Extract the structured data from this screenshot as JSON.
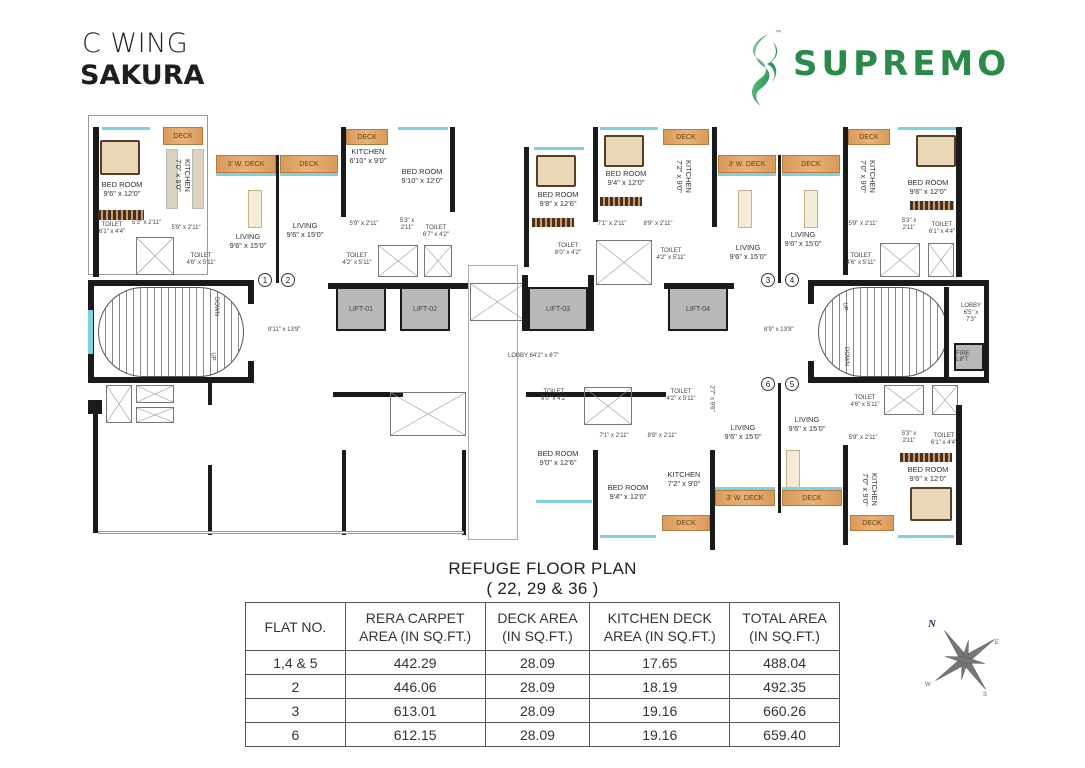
{
  "header": {
    "wing": "C WING",
    "project": "SAKURA",
    "brand": "SUPREMO",
    "brand_color": "#2a8a4a",
    "trademark": "™"
  },
  "plan": {
    "title": "REFUGE FLOOR PLAN",
    "subtitle": "( 22, 29 & 36 )",
    "rooms": {
      "f1_bedroom": {
        "name": "BED ROOM",
        "size": "9'6\" x 12'0\""
      },
      "f1_kitchen": {
        "name": "KITCHEN",
        "size": "7'0\" x 9'0\""
      },
      "f1_toilet_a": {
        "name": "TOILET",
        "size": "6'1\" x 4'4\""
      },
      "f1_toilet_b": {
        "name": "TOILET",
        "size": "4'6\" x 5'11\""
      },
      "f1_living": {
        "name": "LIVING",
        "size": "9'6\" x 15'0\""
      },
      "f1_passage_a": "5'3\" x 2'11\"",
      "f1_passage_b": "5'9\" x 2'11\"",
      "f2_living": {
        "name": "LIVING",
        "size": "9'6\" x 15'0\""
      },
      "f2_kitchen": {
        "name": "KITCHEN",
        "size": "6'10\" x 9'0\""
      },
      "f2_bedroom": {
        "name": "BED ROOM",
        "size": "9'10\" x 12'0\""
      },
      "f2_toilet_a": {
        "name": "TOILET",
        "size": "4'2\" x 5'11\""
      },
      "f2_toilet_b": {
        "name": "TOILET",
        "size": "6'7\" x 4'2\""
      },
      "f2_passage_a": "5'9\" x 2'11\"",
      "f2_passage_b": "5'3\" x 2'11\"",
      "f3_bedroom_a": {
        "name": "BED ROOM",
        "size": "9'8\" x 12'6\""
      },
      "f3_bedroom_b": {
        "name": "BED ROOM",
        "size": "9'4\" x 12'0\""
      },
      "f3_kitchen": {
        "name": "KITCHEN",
        "size": "7'2\" x 9'0\""
      },
      "f3_toilet_a": {
        "name": "TOILET",
        "size": "8'0\" x 4'2\""
      },
      "f3_toilet_b": {
        "name": "TOILET",
        "size": "4'2\" x 5'11\""
      },
      "f3_living": {
        "name": "LIVING",
        "size": "9'6\" x 15'0\""
      },
      "f3_passage_a": "7'1\" x 2'11\"",
      "f3_passage_b": "8'9\" x 2'11\"",
      "f4_living": {
        "name": "LIVING",
        "size": "9'6\" x 15'0\""
      },
      "f4_kitchen": {
        "name": "KITCHEN",
        "size": "7'0\" x 9'0\""
      },
      "f4_bedroom": {
        "name": "BED ROOM",
        "size": "9'6\" x 12'0\""
      },
      "f4_toilet_a": {
        "name": "TOILET",
        "size": "4'6\" x 5'11\""
      },
      "f4_toilet_b": {
        "name": "TOILET",
        "size": "6'1\" x 4'4\""
      },
      "f4_passage_a": "5'9\" x 2'11\"",
      "f4_passage_b": "5'3\" x 2'11\"",
      "f5_living": {
        "name": "LIVING",
        "size": "9'6\" x 15'0\""
      },
      "f5_kitchen": {
        "name": "KITCHEN",
        "size": "7'0\" x 9'0\""
      },
      "f5_bedroom": {
        "name": "BED ROOM",
        "size": "9'6\" x 12'0\""
      },
      "f5_toilet_a": {
        "name": "TOILET",
        "size": "4'6\" x 5'11\""
      },
      "f5_toilet_b": {
        "name": "TOILET",
        "size": "6'1\" x 4'4\""
      },
      "f5_passage_a": "5'9\" x 2'11\"",
      "f5_passage_b": "5'3\" x 2'11\"",
      "f6_living": {
        "name": "LIVING",
        "size": "9'6\" x 15'0\""
      },
      "f6_kitchen": {
        "name": "KITCHEN",
        "size": "7'2\" x 9'0\""
      },
      "f6_bedroom_a": {
        "name": "BED ROOM",
        "size": "9'0\" x 12'6\""
      },
      "f6_bedroom_b": {
        "name": "BED ROOM",
        "size": "9'4\" x 12'0\""
      },
      "f6_toilet_a": {
        "name": "TOILET",
        "size": "9'0\" x 4'2\""
      },
      "f6_toilet_b": {
        "name": "TOILET",
        "size": "4'2\" x 5'11\""
      },
      "f6_passage_a": "7'1\" x 2'11\"",
      "f6_passage_b": "8'9\" x 2'11\"",
      "f6_passage_c": "2'7\" x 9'6\""
    },
    "deck": "DECK",
    "sw_deck": "3' W. DECK",
    "lifts": [
      "LIFT-01",
      "LIFT-02",
      "LIFT-03",
      "LIFT-04"
    ],
    "fire_lift": "FIRE LIFT",
    "lobby_main": "LOBBY 64'2\" x 6'7\"",
    "lobby_left": "9'11\" x 13'9\"",
    "lobby_right": "8'9\" x 13'9\"",
    "lobby_fire": "LOBBY\n6'5\" x\n7'3\"",
    "stair_up": "UP",
    "stair_down": "DOWN",
    "flat_numbers": [
      "1",
      "2",
      "3",
      "4",
      "5",
      "6"
    ]
  },
  "table": {
    "headers": [
      "FLAT NO.",
      "RERA CARPET AREA (IN SQ.FT.)",
      "DECK AREA (IN SQ.FT.)",
      "KITCHEN DECK AREA (IN SQ.FT.)",
      "TOTAL AREA (IN SQ.FT.)"
    ],
    "header_lines": [
      [
        "FLAT NO.",
        ""
      ],
      [
        "RERA CARPET",
        "AREA (IN SQ.FT.)"
      ],
      [
        "DECK AREA",
        "(IN SQ.FT.)"
      ],
      [
        "KITCHEN DECK",
        "AREA (IN SQ.FT.)"
      ],
      [
        "TOTAL AREA",
        "(IN SQ.FT.)"
      ]
    ],
    "rows": [
      [
        "1,4 & 5",
        "442.29",
        "28.09",
        "17.65",
        "488.04"
      ],
      [
        "2",
        "446.06",
        "28.09",
        "18.19",
        "492.35"
      ],
      [
        "3",
        "613.01",
        "28.09",
        "19.16",
        "660.26"
      ],
      [
        "6",
        "612.15",
        "28.09",
        "19.16",
        "659.40"
      ]
    ]
  },
  "compass": {
    "north": "N",
    "east": "E",
    "south": "S",
    "west": "W"
  }
}
